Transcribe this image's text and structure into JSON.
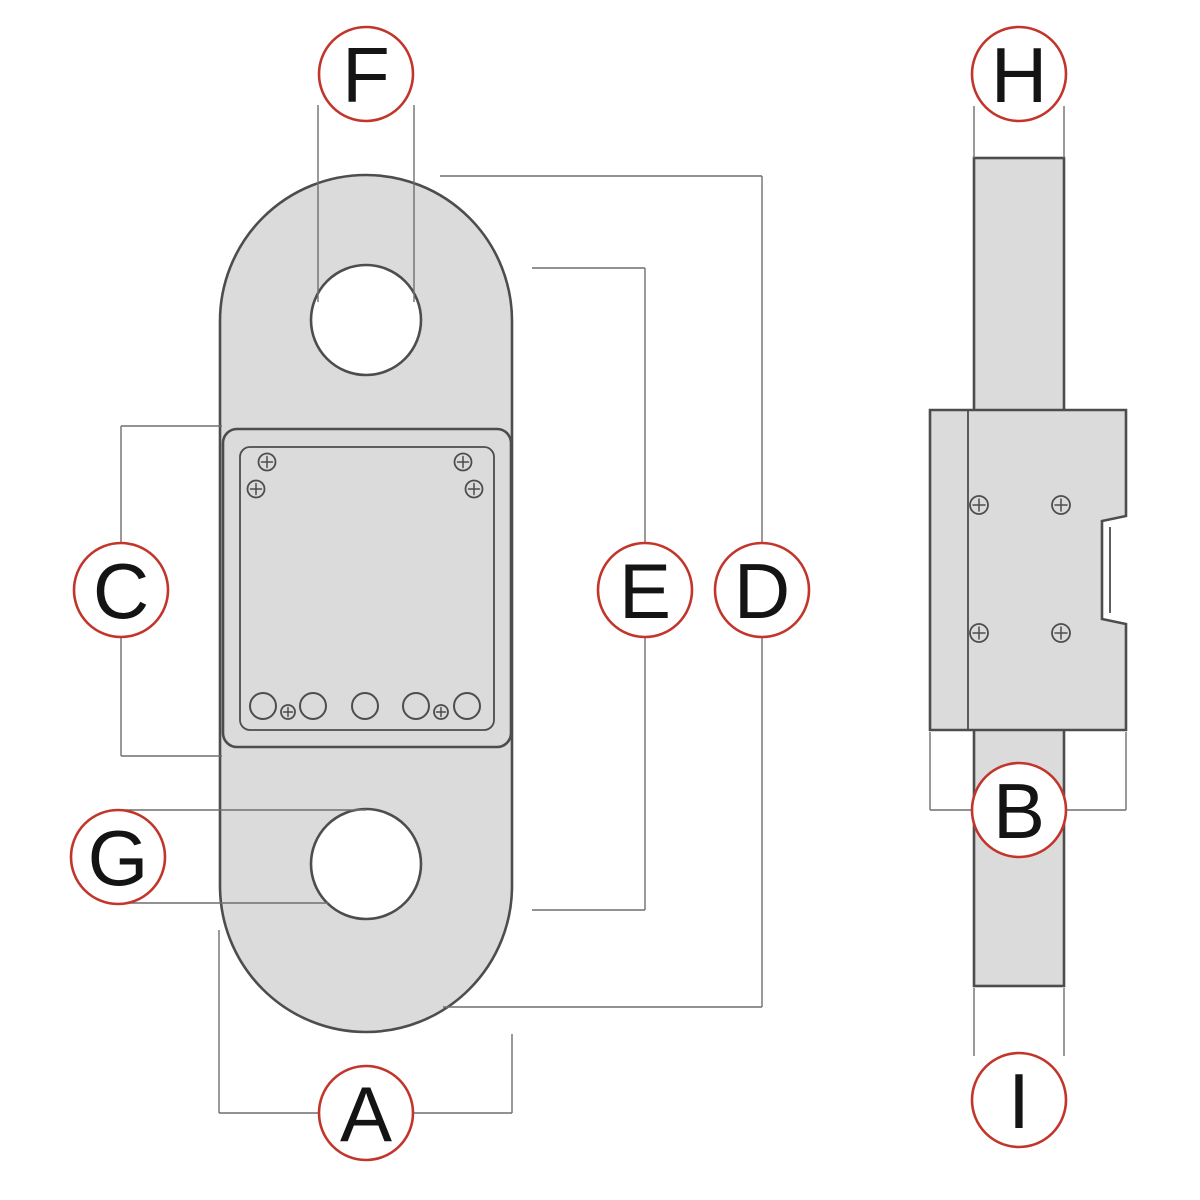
{
  "callouts": {
    "a": "A",
    "b": "B",
    "c": "C",
    "d": "D",
    "e": "E",
    "f": "F",
    "g": "G",
    "h": "H",
    "i": "I"
  },
  "colors": {
    "background": "#ffffff",
    "body_fill": "#dbdbdb",
    "outline": "#4d4d4d",
    "dimension_line": "#6f6f6f",
    "callout_circle_stroke": "#c2352b",
    "callout_letter": "#141414"
  }
}
